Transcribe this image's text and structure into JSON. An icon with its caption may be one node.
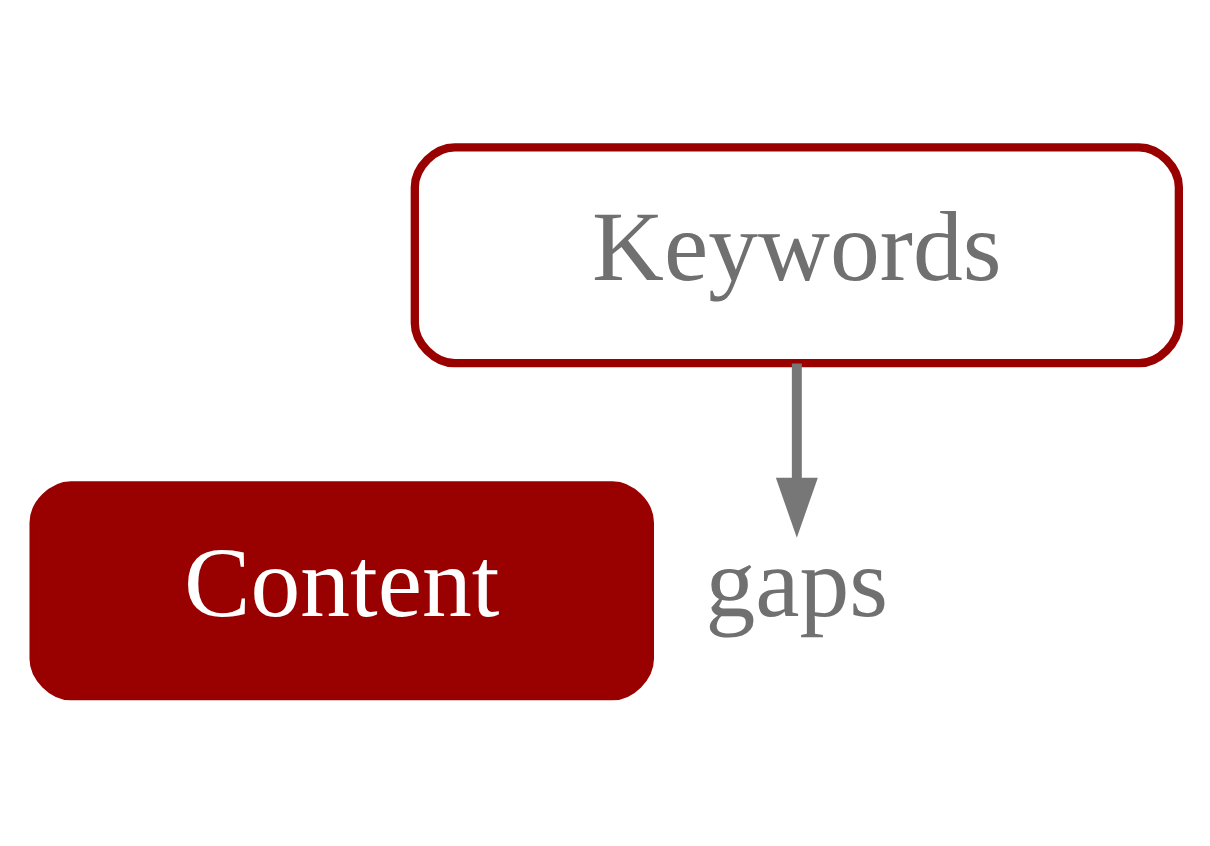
{
  "diagram": {
    "nodes": [
      {
        "text": [
          "Keywords"
        ]
      },
      {
        "text": [
          "Content"
        ]
      },
      {
        "text": [
          "gaps"
        ]
      }
    ],
    "edges": [
      {
        "from": 0,
        "to": 2,
        "arrow": "to"
      }
    ]
  }
}
